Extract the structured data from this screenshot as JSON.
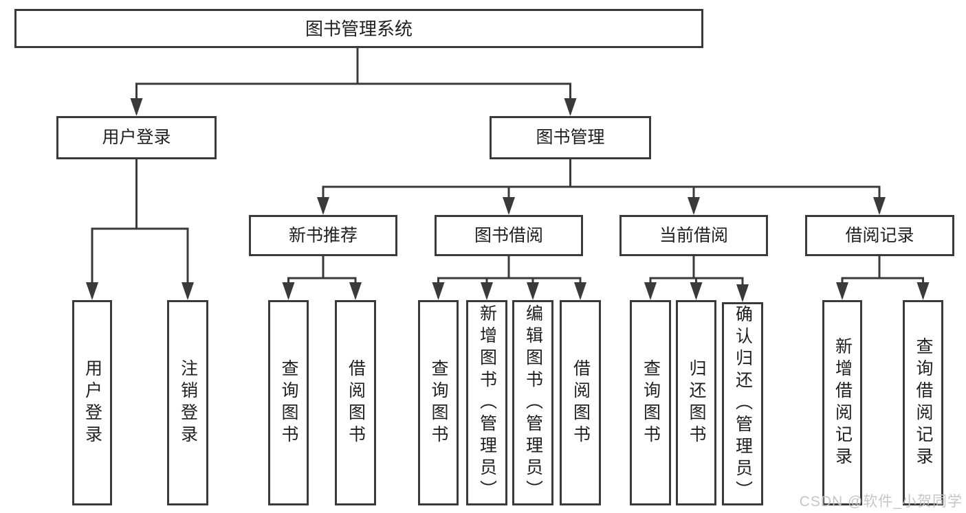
{
  "tree": {
    "root": {
      "label": "图书管理系统"
    },
    "branches": [
      {
        "label": "用户登录",
        "leaves": [
          "用户登录",
          "注销登录"
        ]
      },
      {
        "label": "图书管理",
        "groups": [
          {
            "label": "新书推荐",
            "leaves": [
              "查询图书",
              "借阅图书"
            ]
          },
          {
            "label": "图书借阅",
            "leaves": [
              "查询图书",
              "新增图书（管理员）",
              "编辑图书（管理员）",
              "借阅图书"
            ]
          },
          {
            "label": "当前借阅",
            "leaves": [
              "查询图书",
              "归还图书",
              "确认归还（管理员）"
            ]
          },
          {
            "label": "借阅记录",
            "leaves": [
              "新增借阅记录",
              "查询借阅记录"
            ]
          }
        ]
      }
    ]
  },
  "watermark": {
    "text": "CSDN @软件_小贺同学"
  },
  "colors": {
    "line": "#3a3a3a",
    "text": "#1f1f1f",
    "watermark": "#c3c3c3",
    "background": "#ffffff"
  }
}
